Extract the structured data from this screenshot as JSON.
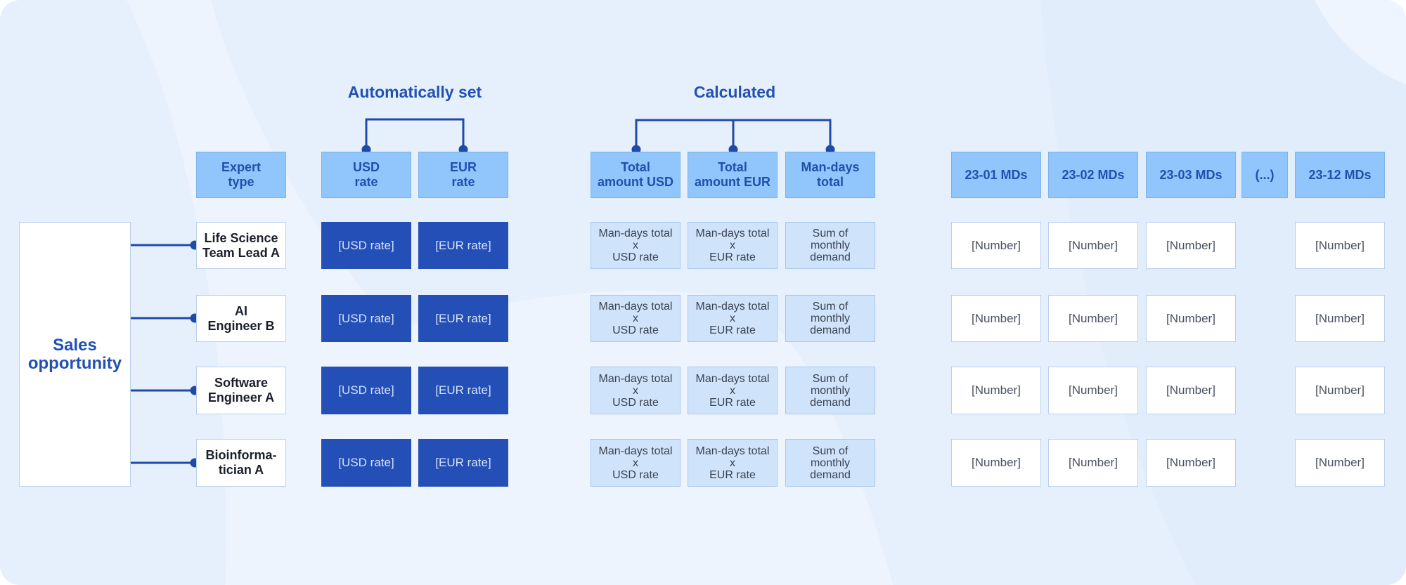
{
  "groups": {
    "auto": "Automatically set",
    "calc": "Calculated"
  },
  "sales_opportunity": "Sales\nopportunity",
  "headers": {
    "expert_type": "Expert\ntype",
    "usd_rate": "USD\nrate",
    "eur_rate": "EUR\nrate",
    "total_usd": "Total\namount USD",
    "total_eur": "Total\namount EUR",
    "man_days_total": "Man-days\ntotal",
    "months": [
      "23-01 MDs",
      "23-02 MDs",
      "23-03 MDs",
      "(...)",
      "23-12 MDs"
    ]
  },
  "rows": [
    {
      "expert": "Life Science\nTeam Lead A",
      "usd": "[USD rate]",
      "eur": "[EUR rate]",
      "total_usd": "Man-days total\nx\nUSD rate",
      "total_eur": "Man-days total\nx\nEUR rate",
      "md_total": "Sum of\nmonthly\ndemand",
      "months": [
        "[Number]",
        "[Number]",
        "[Number]",
        "[Number]"
      ]
    },
    {
      "expert": "AI\nEngineer B",
      "usd": "[USD rate]",
      "eur": "[EUR rate]",
      "total_usd": "Man-days total\nx\nUSD rate",
      "total_eur": "Man-days total\nx\nEUR rate",
      "md_total": "Sum of\nmonthly\ndemand",
      "months": [
        "[Number]",
        "[Number]",
        "[Number]",
        "[Number]"
      ]
    },
    {
      "expert": "Software\nEngineer A",
      "usd": "[USD rate]",
      "eur": "[EUR rate]",
      "total_usd": "Man-days total\nx\nUSD rate",
      "total_eur": "Man-days total\nx\nEUR rate",
      "md_total": "Sum of\nmonthly\ndemand",
      "months": [
        "[Number]",
        "[Number]",
        "[Number]",
        "[Number]"
      ]
    },
    {
      "expert": "Bioinforma-\ntician A",
      "usd": "[USD rate]",
      "eur": "[EUR rate]",
      "total_usd": "Man-days total\nx\nUSD rate",
      "total_eur": "Man-days total\nx\nEUR rate",
      "md_total": "Sum of\nmonthly\ndemand",
      "months": [
        "[Number]",
        "[Number]",
        "[Number]",
        "[Number]"
      ]
    }
  ],
  "colors": {
    "background": "#e6f0fd",
    "header_fill": "#90c6fb",
    "rate_fill": "#234fb6",
    "calc_fill": "#cfe4fb",
    "accent_text": "#2251b3",
    "connector": "#1f4aa8"
  }
}
